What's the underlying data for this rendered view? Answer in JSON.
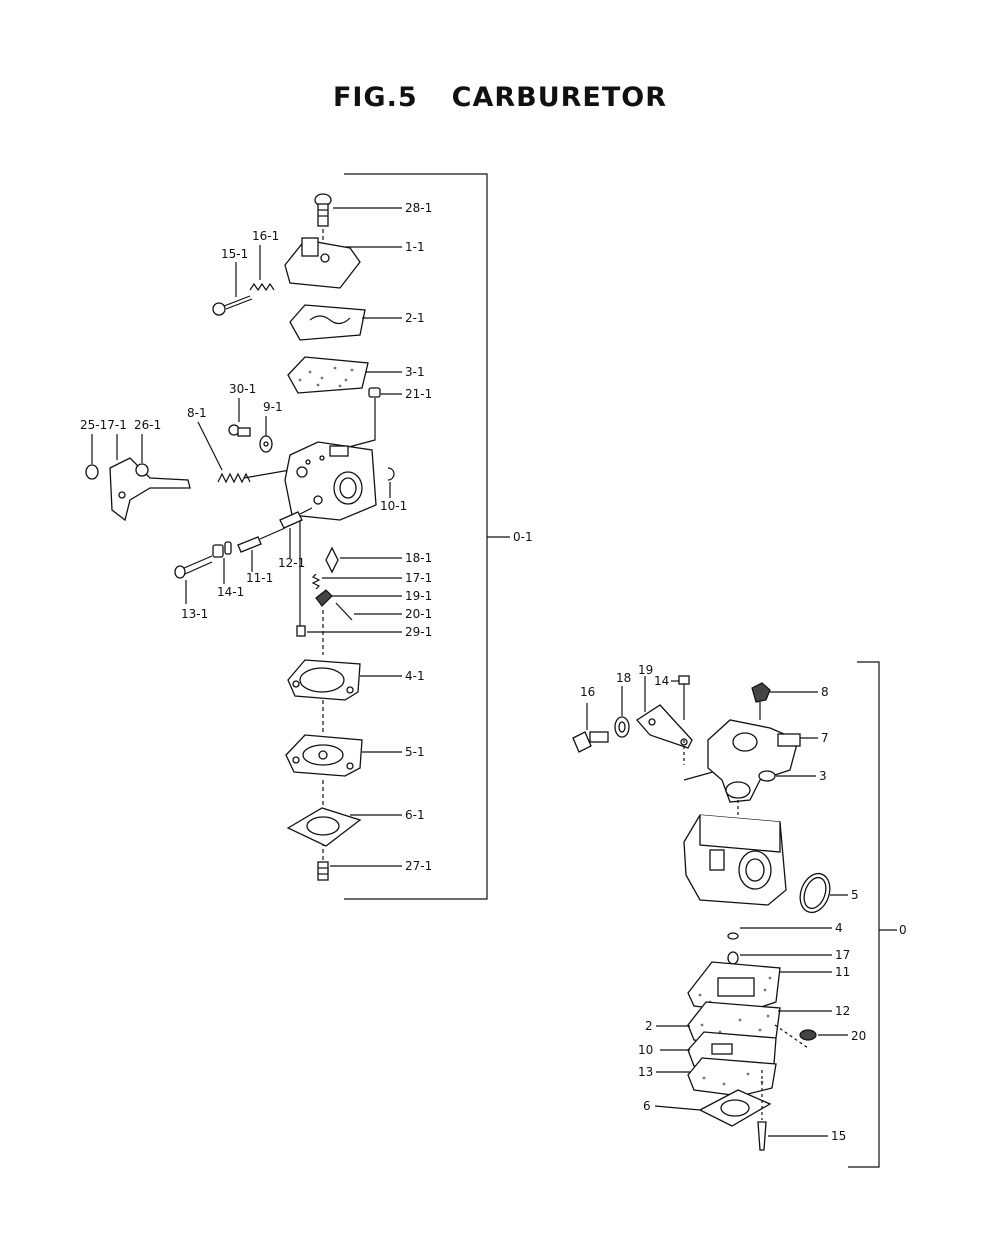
{
  "figure": {
    "number": "FIG.5",
    "title": "CARBURETOR"
  },
  "assembly_upper": {
    "label": "0-1",
    "parts": {
      "p28_1": "28-1",
      "p1_1": "1-1",
      "p16_1": "16-1",
      "p15_1": "15-1",
      "p2_1": "2-1",
      "p3_1": "3-1",
      "p21_1": "21-1",
      "p30_1": "30-1",
      "p9_1": "9-1",
      "p8_1": "8-1",
      "p25_17_1": "25-17-1",
      "p26_1": "26-1",
      "p10_1": "10-1",
      "p12_1": "12-1",
      "p18_1": "18-1",
      "p17_1": "17-1",
      "p19_1": "19-1",
      "p20_1": "20-1",
      "p11_1": "11-1",
      "p14_1": "14-1",
      "p13_1": "13-1",
      "p29_1": "29-1",
      "p4_1": "4-1",
      "p5_1": "5-1",
      "p6_1": "6-1",
      "p27_1": "27-1"
    }
  },
  "assembly_lower": {
    "label": "0",
    "parts": {
      "p16": "16",
      "p18": "18",
      "p19": "19",
      "p14": "14",
      "p8": "8",
      "p7": "7",
      "p3": "3",
      "p5": "5",
      "p4": "4",
      "p17": "17",
      "p11": "11",
      "p12": "12",
      "p2": "2",
      "p20": "20",
      "p10": "10",
      "p13": "13",
      "p6": "6",
      "p15": "15"
    }
  }
}
